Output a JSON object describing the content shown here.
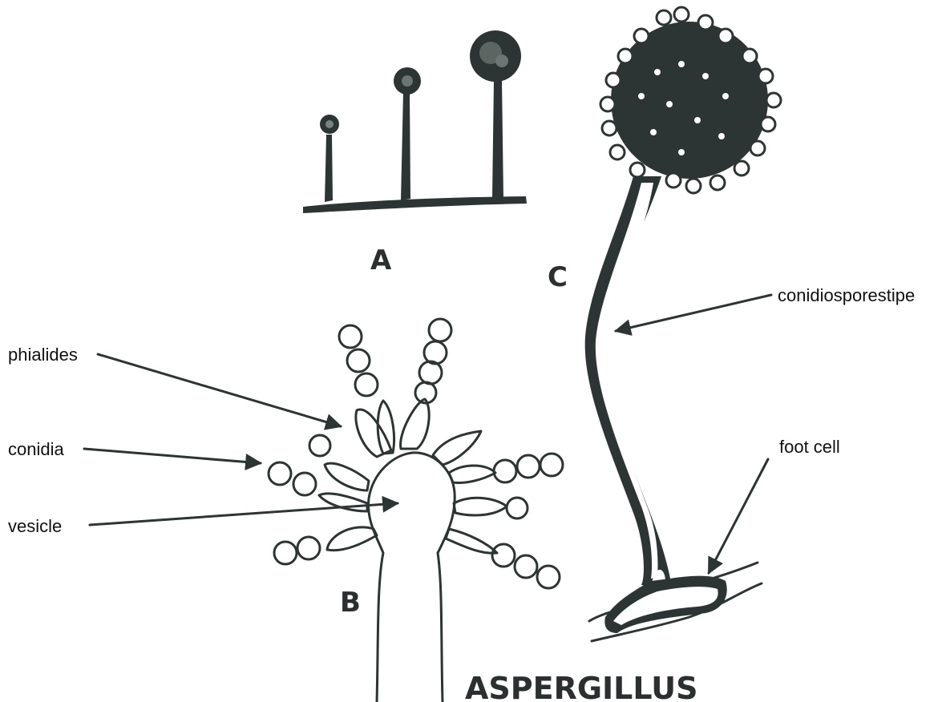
{
  "figure": {
    "title": "ASPERGILLUS",
    "panels": [
      "A",
      "B",
      "C"
    ],
    "labels": {
      "phialides": "phialides",
      "conidia": "conidia",
      "vesicle": "vesicle",
      "stipe": "conidiosporestipe",
      "foot_cell": "foot cell"
    }
  },
  "colors": {
    "ink": "#2c3533",
    "background": "#ffffff"
  }
}
